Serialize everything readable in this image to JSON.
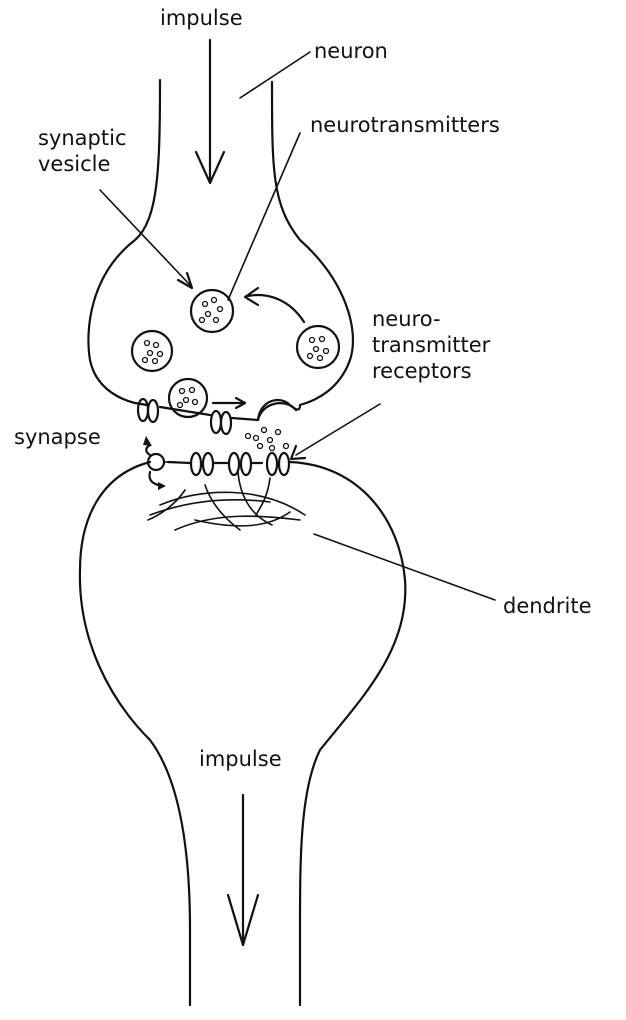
{
  "labels": {
    "impulse_top": "impulse",
    "neuron": "neuron",
    "neurotransmitters": "neurotransmitters",
    "synaptic_vesicle": "synaptic\nvesicle",
    "receptors": "neuro-\ntransmitter\nreceptors",
    "synapse": "synapse",
    "dendrite": "dendrite",
    "impulse_bottom": "impulse"
  }
}
